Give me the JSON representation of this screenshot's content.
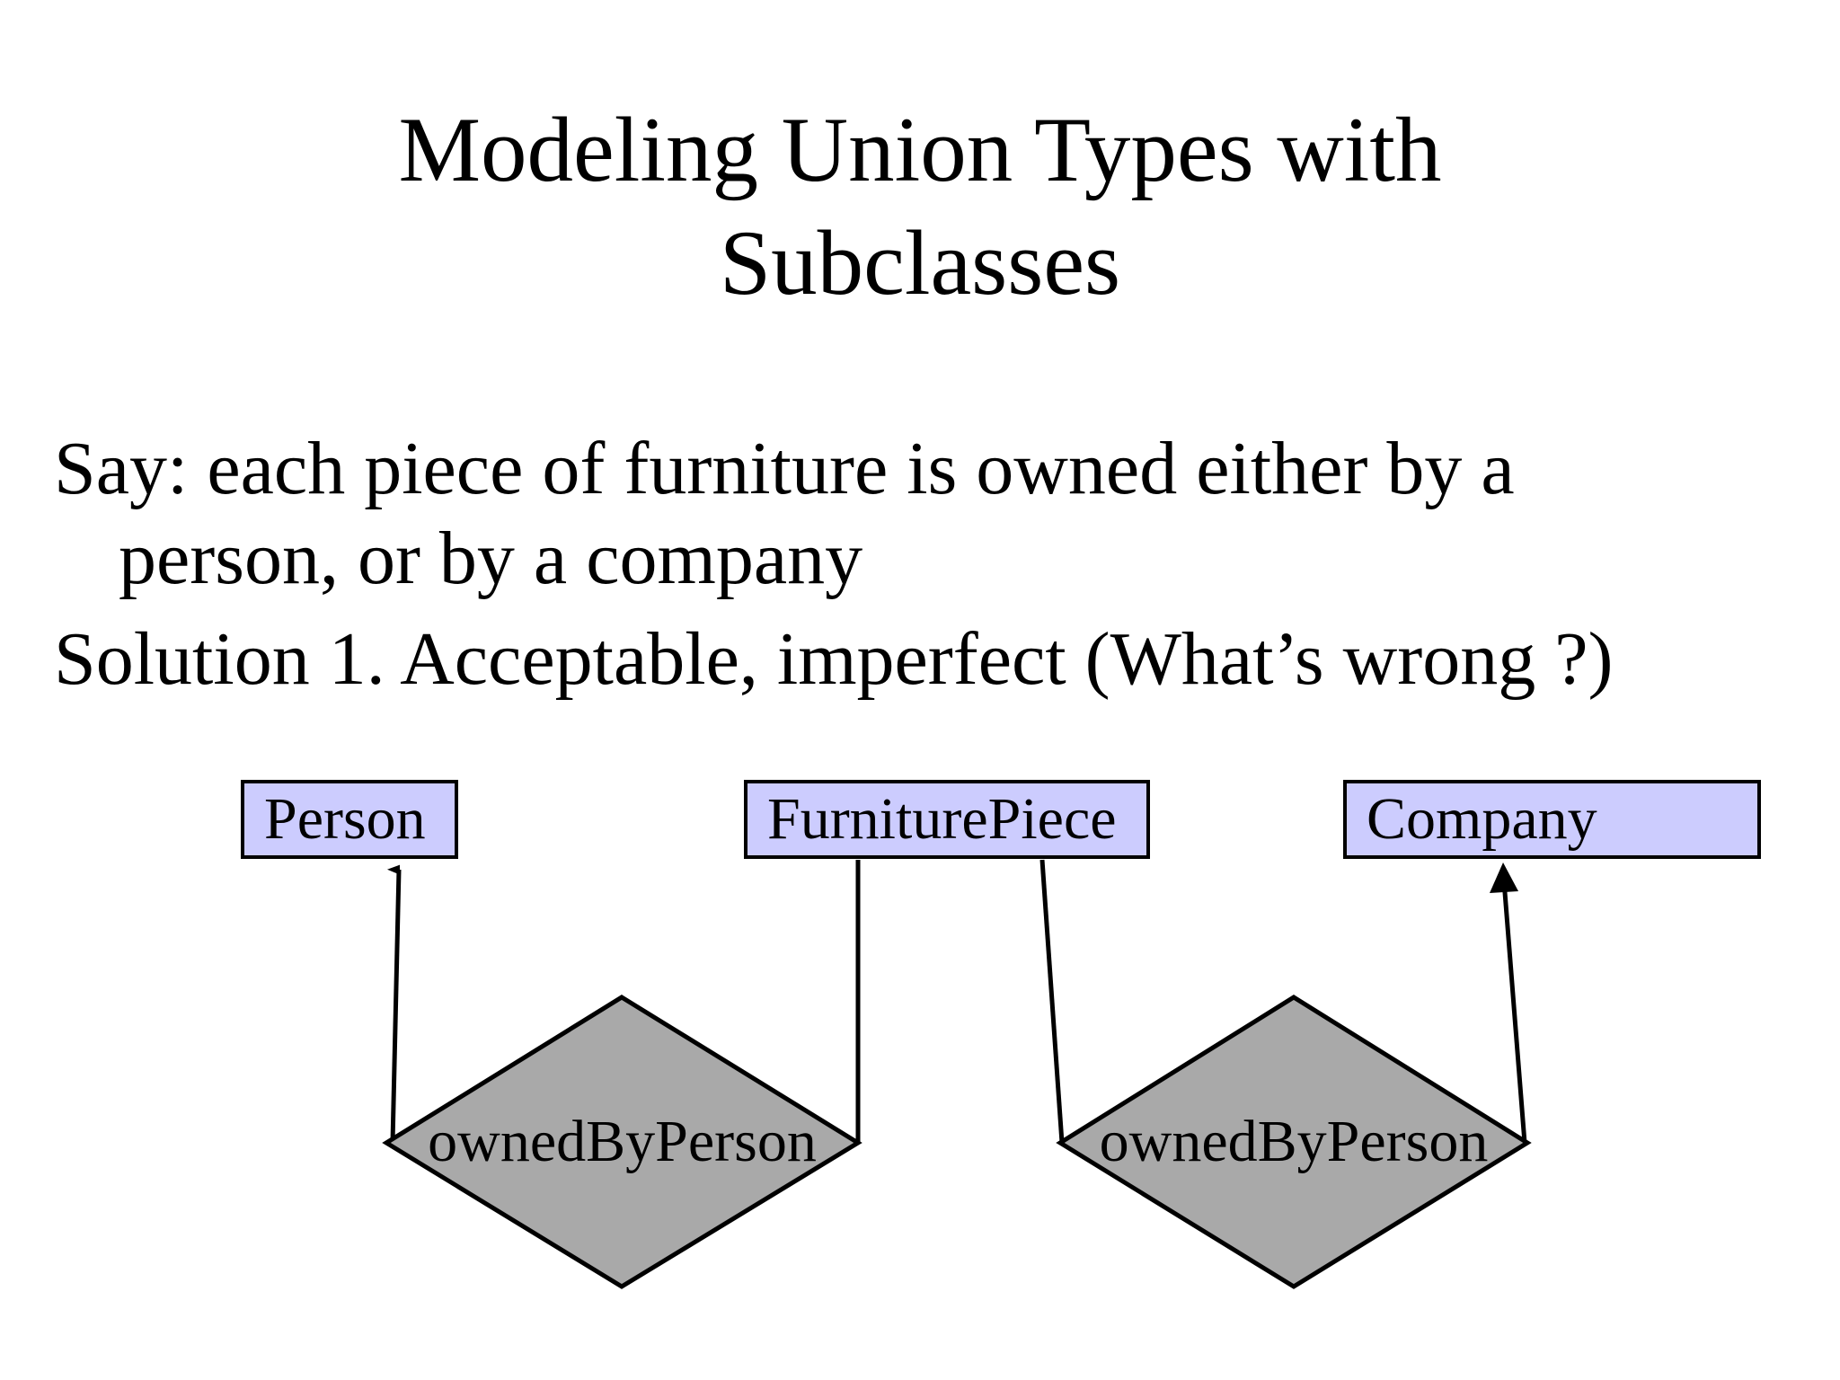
{
  "slide": {
    "background_color": "#ffffff",
    "title": {
      "lines": [
        "Modeling Union Types with",
        "Subclasses"
      ]
    },
    "bullets": [
      {
        "line1": "Say: each piece of furniture is owned either by a",
        "line2": "person, or by a company"
      },
      {
        "line1": "Solution 1. Acceptable, imperfect (What’s wrong ?)",
        "line2": ""
      }
    ],
    "diagram": {
      "type": "er-diagram",
      "entity_fill_color": "#ccccfe",
      "relationship_fill_color": "#a9a9a9",
      "stroke_color": "#000000",
      "entities": [
        {
          "id": "person",
          "label": "Person"
        },
        {
          "id": "furniture-piece",
          "label": "FurniturePiece"
        },
        {
          "id": "company",
          "label": "Company"
        }
      ],
      "relationships": [
        {
          "id": "owned-by-person-left",
          "label": "ownedByPerson"
        },
        {
          "id": "owned-by-person-right",
          "label": "ownedByPerson"
        }
      ],
      "edges": [
        {
          "from": "owned-by-person-left",
          "to": "person",
          "arrow": true
        },
        {
          "from": "furniture-piece",
          "to": "owned-by-person-left",
          "arrow": false
        },
        {
          "from": "furniture-piece",
          "to": "owned-by-person-right",
          "arrow": false
        },
        {
          "from": "owned-by-person-right",
          "to": "company",
          "arrow": true
        }
      ]
    }
  }
}
